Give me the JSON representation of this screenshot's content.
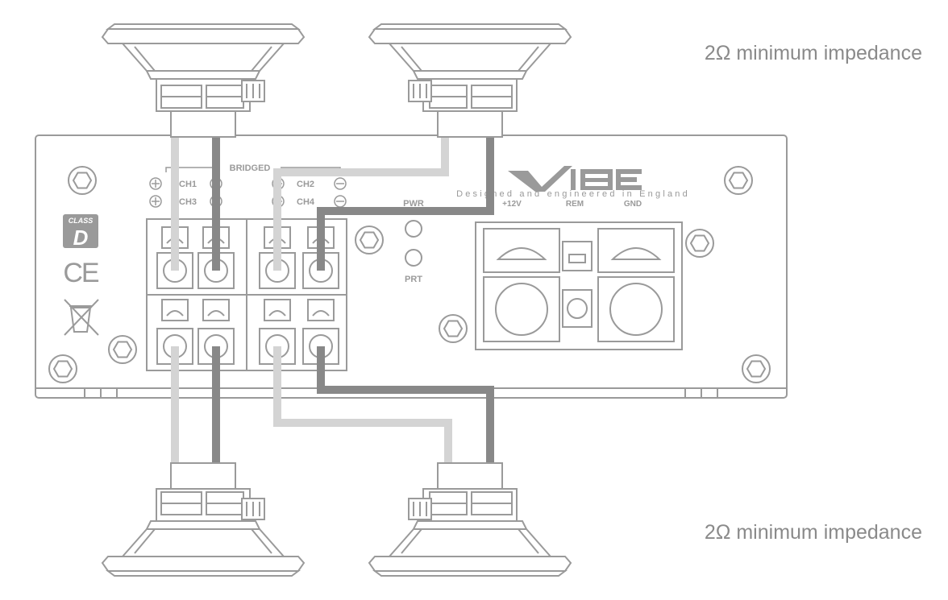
{
  "labels": {
    "impedance_top": "2Ω minimum impedance",
    "impedance_bottom": "2Ω minimum impedance",
    "bridged": "BRIDGED",
    "ch1": "CH1",
    "ch2": "CH2",
    "ch3": "CH3",
    "ch4": "CH4",
    "pwr": "PWR",
    "prt": "PRT",
    "tagline": "Designed and engineered in England",
    "plus12v": "+12V",
    "rem": "REM",
    "gnd": "GND",
    "class": "CLASS",
    "class_letter": "D",
    "ce": "CE"
  },
  "logo": "VIBE",
  "colors": {
    "outline": "#9a9a9a",
    "wire_light": "#d4d4d4",
    "wire_dark": "#888888",
    "text": "#8a8a8a"
  }
}
